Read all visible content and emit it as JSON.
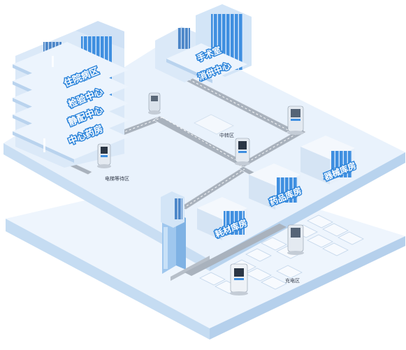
{
  "labels": {
    "inpatient": "住院病区",
    "lab": "检验中心",
    "pivas": "静配中心",
    "central_pharmacy": "中心药房",
    "surgery": "手术室",
    "supply_center": "消供中心",
    "device_warehouse": "器械库房",
    "medicine_warehouse": "药品库房",
    "consumables_warehouse": "耗材库房",
    "elevator_wait": "电梯等待区",
    "transfer_zone": "中转区",
    "charging_zone": "充电区"
  },
  "colors": {
    "floor_top": "#eaf3fd",
    "floor_side": "#c5dcf2",
    "building_face": "#e4effa",
    "window_blue": "#3f8fe0",
    "label_blue": "#2f86db",
    "corridor": "#a9b2bd"
  },
  "icons": [
    "delivery-robot-icon",
    "building-icon",
    "warehouse-icon",
    "elevator-icon"
  ]
}
